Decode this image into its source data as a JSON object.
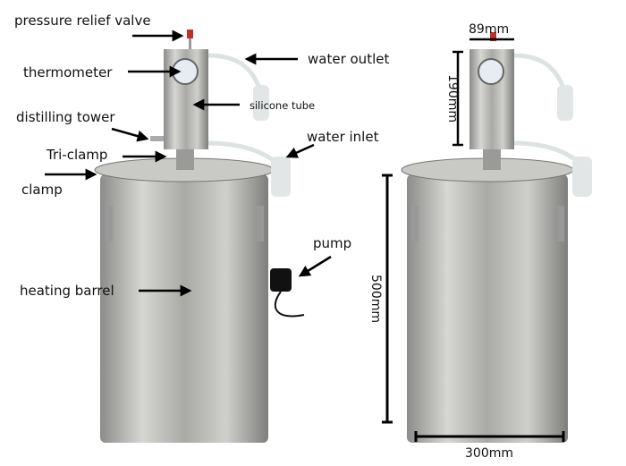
{
  "labels": {
    "pressure_relief_valve": "pressure relief valve",
    "thermometer": "thermometer",
    "water_outlet": "water outlet",
    "silicone_tube": "silicone tube",
    "distilling_tower": "distilling tower",
    "water_inlet": "water inlet",
    "tri_clamp": "Tri-clamp",
    "clamp": "clamp",
    "pump": "pump",
    "heating_barrel": "heating barrel"
  },
  "dimensions": {
    "tower_diameter": "89mm",
    "tower_height": "190mm",
    "barrel_height": "500mm",
    "barrel_diameter": "300mm"
  },
  "colors": {
    "steel": "#b9b9b6",
    "valve": "#c0302a"
  }
}
